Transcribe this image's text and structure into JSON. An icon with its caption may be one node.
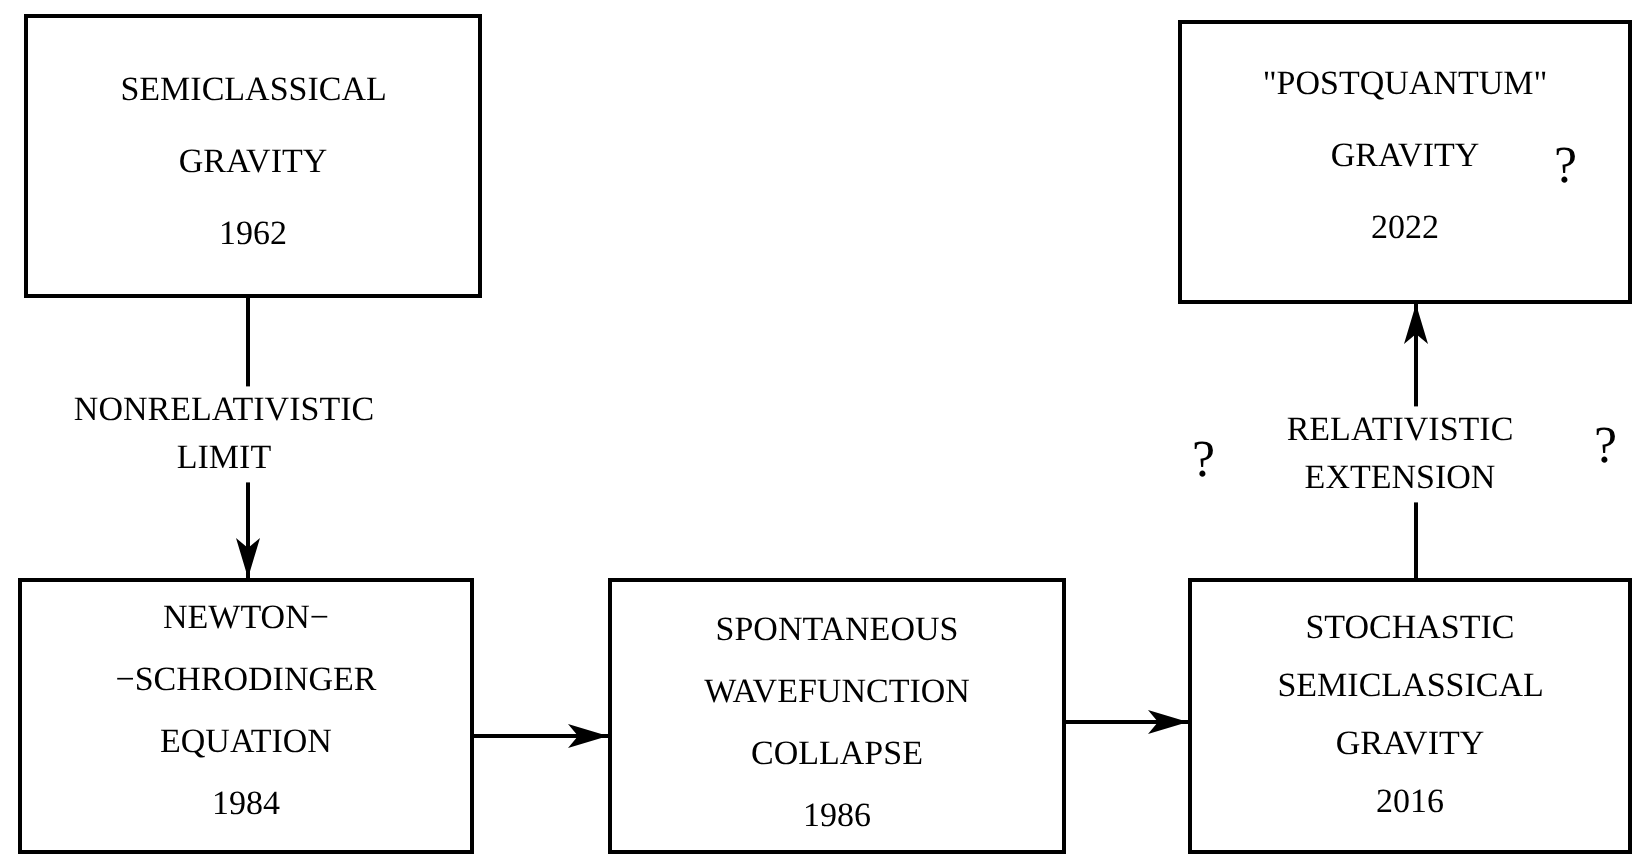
{
  "diagram": {
    "nodes": [
      {
        "text": [
          "SEMICLASSICAL GRAVITY",
          "1962"
        ]
      },
      {
        "text": [
          "\"POSTQUANTUM\" GRAVITY",
          "?",
          "2022"
        ]
      },
      {
        "text": [
          "NEWTON− −SCHRODINGER EQUATION",
          "1984"
        ]
      },
      {
        "text": [
          "SPONTANEOUS WAVEFUNCTION COLLAPSE",
          "1986"
        ]
      },
      {
        "text": [
          "STOCHASTIC SEMICLASSICAL GRAVITY",
          "2016"
        ]
      }
    ],
    "edges": [
      {
        "from": 0,
        "to": 2,
        "arrow": "to",
        "label": "NONRELATIVISTIC LIMIT"
      },
      {
        "from": 2,
        "to": 3,
        "arrow": "to"
      },
      {
        "from": 3,
        "to": 4,
        "arrow": "to"
      },
      {
        "from": 4,
        "to": 1,
        "arrow": "to",
        "label": "RELATIVISTIC EXTENSION"
      }
    ],
    "labels": [
      "?",
      "?"
    ]
  }
}
